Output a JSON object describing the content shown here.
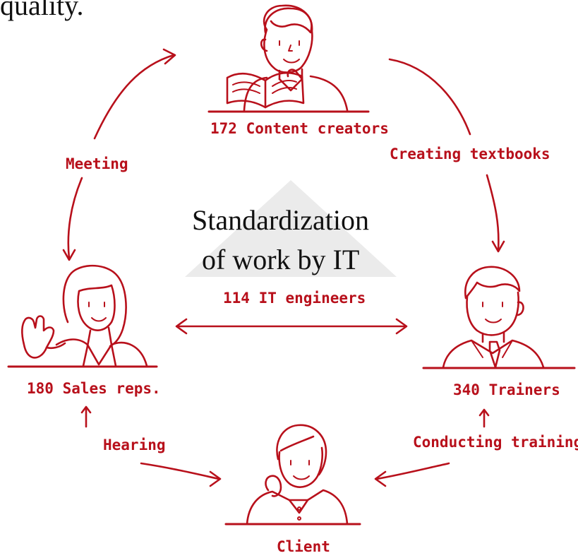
{
  "top_fragment": "quality.",
  "center": {
    "line1": "Standardization",
    "line2": "of work by IT",
    "it_engineers": "114 IT engineers"
  },
  "roles": {
    "content_creators": "172 Content creators",
    "sales_reps": "180 Sales reps.",
    "trainers": "340 Trainers",
    "client": "Client"
  },
  "flows": {
    "meeting": "Meeting",
    "creating_textbooks": "Creating textbooks",
    "hearing": "Hearing",
    "conducting_training": "Conducting training"
  },
  "colors": {
    "accent": "#b8101b",
    "triangle": "#ebebeb",
    "text": "#111111"
  }
}
